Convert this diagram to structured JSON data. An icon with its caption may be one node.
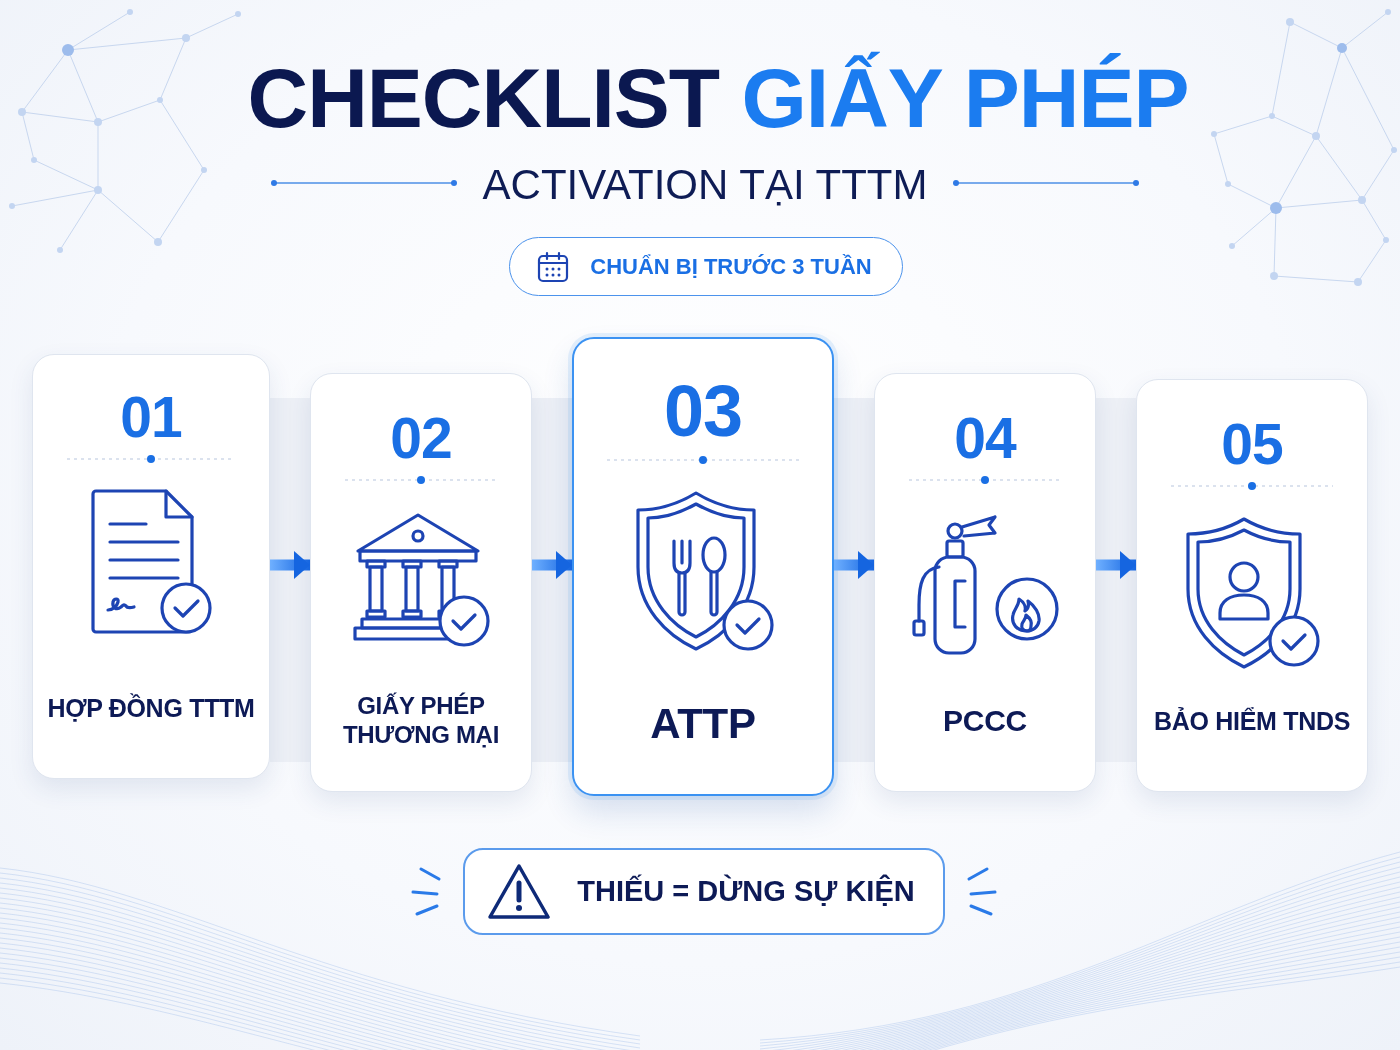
{
  "diagram": {
    "title": "CHECKLIST GIẤY PHÉP",
    "nodes": [
      {
        "text": [
          "CHUẨN BỊ TRƯỚC 3 TUẦN"
        ]
      },
      {
        "text": [
          "01",
          "HỢP ĐỒNG TTTM"
        ]
      },
      {
        "text": [
          "02",
          "GIẤY PHÉP THƯƠNG MẠI"
        ]
      },
      {
        "text": [
          "03",
          "ATTP"
        ]
      },
      {
        "text": [
          "04",
          "PCCC"
        ]
      },
      {
        "text": [
          "05",
          "BẢO HIỂM TNDS"
        ]
      },
      {
        "text": [
          "THIẾU = DỪNG SỰ KIỆN"
        ]
      }
    ],
    "edges": [
      {
        "from": 1,
        "to": 2,
        "arrow": "to"
      },
      {
        "from": 2,
        "to": 3,
        "arrow": "to"
      },
      {
        "from": 3,
        "to": 4,
        "arrow": "to"
      },
      {
        "from": 4,
        "to": 5,
        "arrow": "to"
      }
    ],
    "labels": [
      "ACTIVATION TẠI TTTM"
    ]
  }
}
